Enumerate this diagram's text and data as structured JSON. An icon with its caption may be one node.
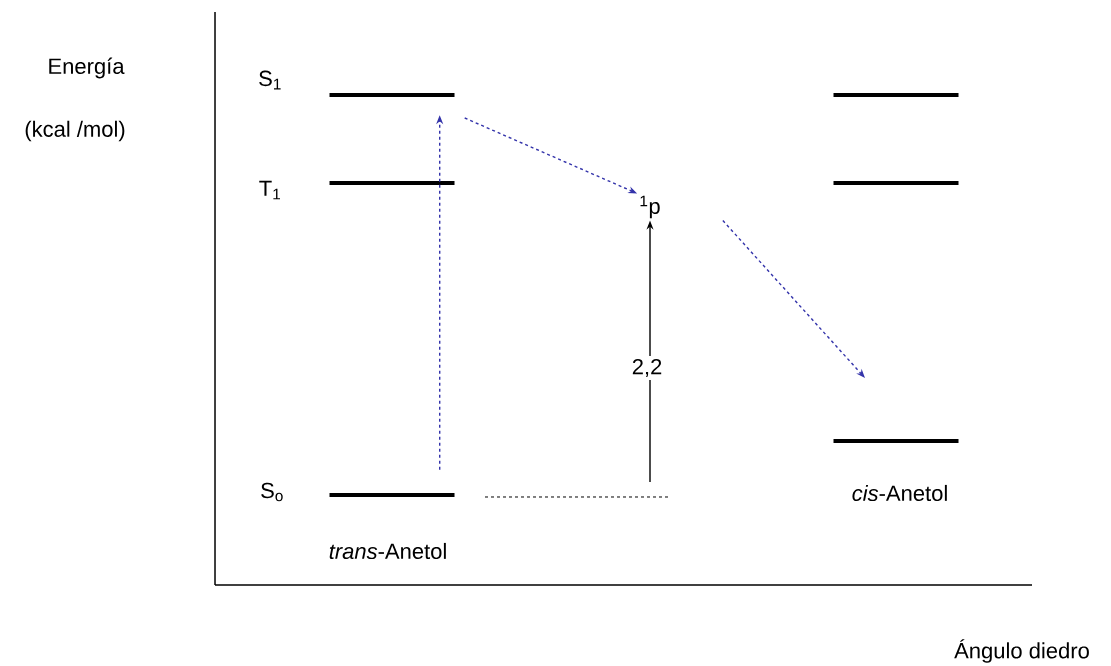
{
  "diagram": {
    "nodes": [
      {
        "text": [],
        "shape": "bar",
        "beside": [
          "S$_{1}$"
        ]
      },
      {
        "text": [],
        "shape": "bar"
      },
      {
        "text": [],
        "shape": "bar",
        "beside": [
          "T$_{1}$"
        ]
      },
      {
        "text": [],
        "shape": "bar"
      },
      {
        "text": [
          "$^{1}$p"
        ]
      },
      {
        "text": [],
        "shape": "bar",
        "beside": [
          "*cis*-Anetol"
        ]
      },
      {
        "text": [],
        "shape": "bar",
        "beside": [
          "S$_{o}$",
          "*trans*-Anetol"
        ]
      }
    ],
    "edges": [
      {
        "from": 6,
        "to": 0,
        "arrow": "to",
        "style": "dashed"
      },
      {
        "from": 0,
        "to": 4,
        "arrow": "to",
        "style": "dashed"
      },
      {
        "from": 4,
        "to": null,
        "arrow": "to",
        "style": "dashed"
      },
      {
        "from": null,
        "to": 4,
        "arrow": "to",
        "label": "2,2",
        "color": "#000000"
      }
    ],
    "labels": [
      "Energía",
      "(kcal /mol)",
      "Ángulo diedro"
    ]
  }
}
